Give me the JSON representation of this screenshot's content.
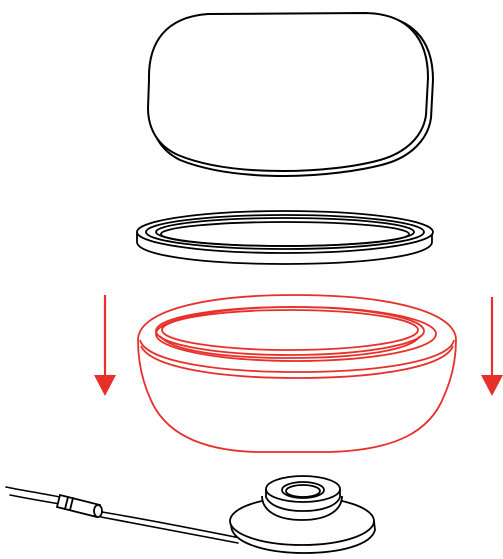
{
  "diagram": {
    "kind": "exploded-assembly",
    "parts": [
      "top-dome-cover",
      "sealing-ring",
      "highlighted-bowl-base",
      "cable-with-ferrite",
      "mounting-puck"
    ],
    "highlighted_part": "highlighted-bowl-base",
    "arrow_direction": "down",
    "arrow_count": 2
  },
  "colors": {
    "outline": "#000000",
    "highlight": "#e8302a",
    "background": "#ffffff"
  }
}
